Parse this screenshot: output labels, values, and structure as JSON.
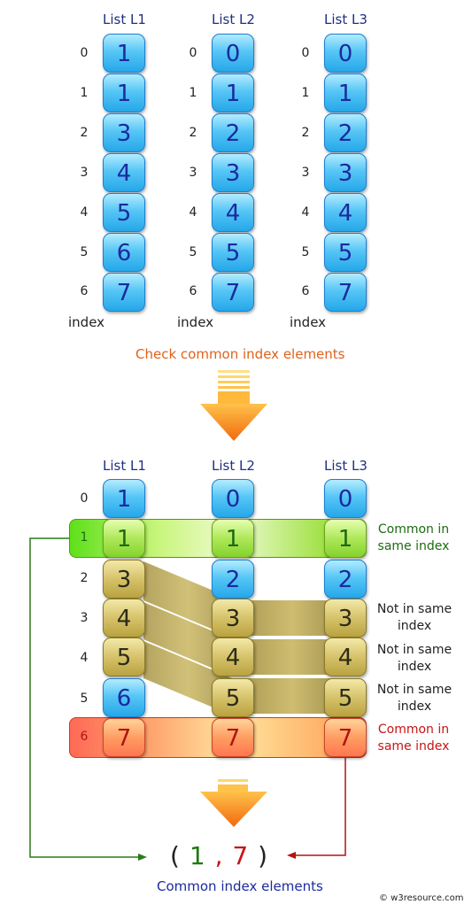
{
  "top": {
    "lists": [
      {
        "header": "List  L1",
        "values": [
          "1",
          "1",
          "3",
          "4",
          "5",
          "6",
          "7"
        ]
      },
      {
        "header": "List  L2",
        "values": [
          "0",
          "1",
          "2",
          "3",
          "4",
          "5",
          "7"
        ]
      },
      {
        "header": "List  L3",
        "values": [
          "0",
          "1",
          "2",
          "3",
          "4",
          "5",
          "7"
        ]
      }
    ],
    "indices": [
      "0",
      "1",
      "2",
      "3",
      "4",
      "5",
      "6"
    ],
    "index_label": "index"
  },
  "check_caption": "Check common index elements",
  "bottom": {
    "headers": [
      "List  L1",
      "List  L2",
      "List  L3"
    ],
    "index0": "0",
    "index1": "1",
    "indices_mid": [
      "2",
      "3",
      "4",
      "5"
    ],
    "index6": "6",
    "row0": [
      "1",
      "0",
      "0"
    ],
    "common1": [
      "1",
      "1",
      "1"
    ],
    "row2_l1": "3",
    "row2_l2": "2",
    "row2_l3": "2",
    "row3_l1": "4",
    "row3_l2": "3",
    "row3_l3": "3",
    "row4_l1": "5",
    "row4_l2": "4",
    "row4_l3": "4",
    "row5_l1": "6",
    "row5_l2": "5",
    "row5_l3": "5",
    "common6": [
      "7",
      "7",
      "7"
    ],
    "notes": {
      "common_1": "Common in same index",
      "not_3": "Not in same index",
      "not_4": "Not in same index",
      "not_5": "Not in same index",
      "common_6": "Common in same index"
    }
  },
  "result": {
    "open": "(",
    "first": "1",
    "comma": ",",
    "second": "7",
    "close": ")"
  },
  "result_caption": "Common index elements",
  "watermark": "© w3resource.com",
  "colors": {
    "cell_blue": "#3ab4f0",
    "common_green": "#84d22c",
    "common_red": "#ff7650",
    "mismatch_olive": "#c9b458",
    "arrow_orange": "#f08020",
    "caption_orange": "#e0621c",
    "caption_blue": "#1a2aa0"
  }
}
